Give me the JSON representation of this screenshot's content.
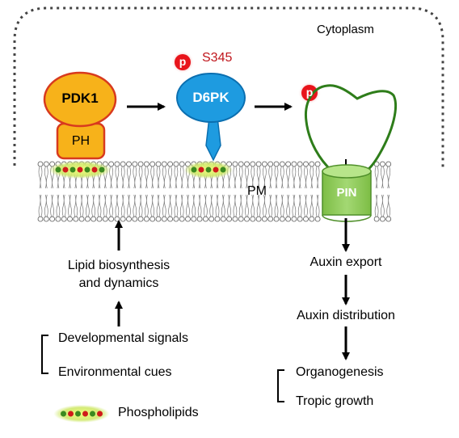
{
  "compartment": {
    "cytoplasm": "Cytoplasm",
    "membrane": "PM"
  },
  "proteins": {
    "pdk1": "PDK1",
    "ph": "PH",
    "d6pk": "D6PK",
    "phospho_site": "S345",
    "phospho_mark": "p",
    "pin": "PIN"
  },
  "upstream": {
    "lipid_line1": "Lipid biosynthesis",
    "lipid_line2": "and dynamics",
    "developmental": "Developmental signals",
    "environmental": "Environmental cues"
  },
  "downstream": {
    "auxin_export": "Auxin export",
    "auxin_distribution": "Auxin distribution",
    "organogenesis": "Organogenesis",
    "tropic_growth": "Tropic growth"
  },
  "legend": {
    "phospholipids": "Phospholipids"
  },
  "colors": {
    "pdk1_fill": "#f7b21a",
    "pdk1_stroke": "#d83a1e",
    "d6pk_fill": "#1e9be0",
    "pin_fill": "#8fcc5a",
    "pin_loop": "#2e7d1a",
    "phospho": "#e8141b",
    "lipid_glow": "#d9f06a"
  }
}
